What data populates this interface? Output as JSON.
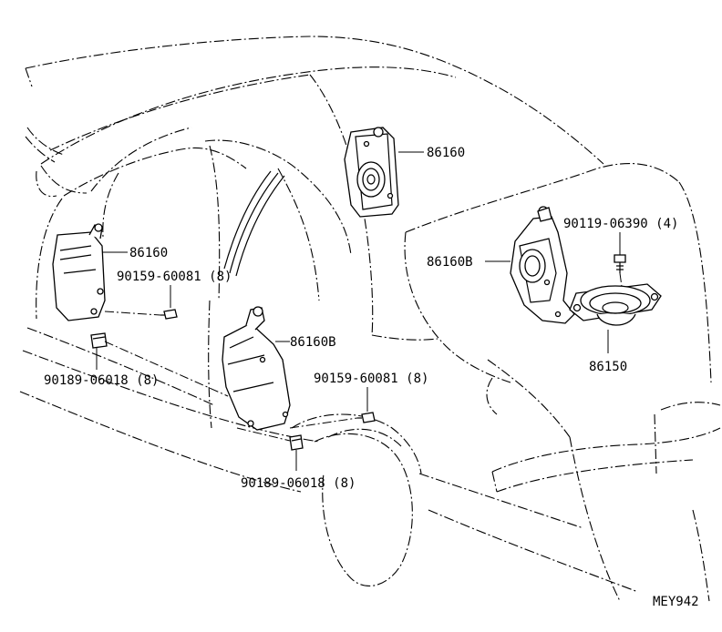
{
  "callouts": {
    "rear_shelf_speaker": "86160",
    "front_door_speaker": "86160",
    "front_door_screw": "90159-60081 (8)",
    "front_door_nut": "90189-06018 (8)",
    "rear_door_speaker": "86160B",
    "rear_door_screw": "90159-60081 (8)",
    "rear_door_nut": "90189-06018 (8)",
    "trunk_speaker_box": "86160B",
    "trunk_bolt": "90119-06390 (4)",
    "trunk_speaker": "86150"
  },
  "diagram_code": "MEY942",
  "icons": {
    "speaker_box": "speaker-box-icon",
    "speaker": "speaker-icon",
    "screw": "screw-icon",
    "clip_nut": "clip-nut-icon",
    "bolt": "bolt-icon",
    "car_outline": "car-outline-icon"
  }
}
